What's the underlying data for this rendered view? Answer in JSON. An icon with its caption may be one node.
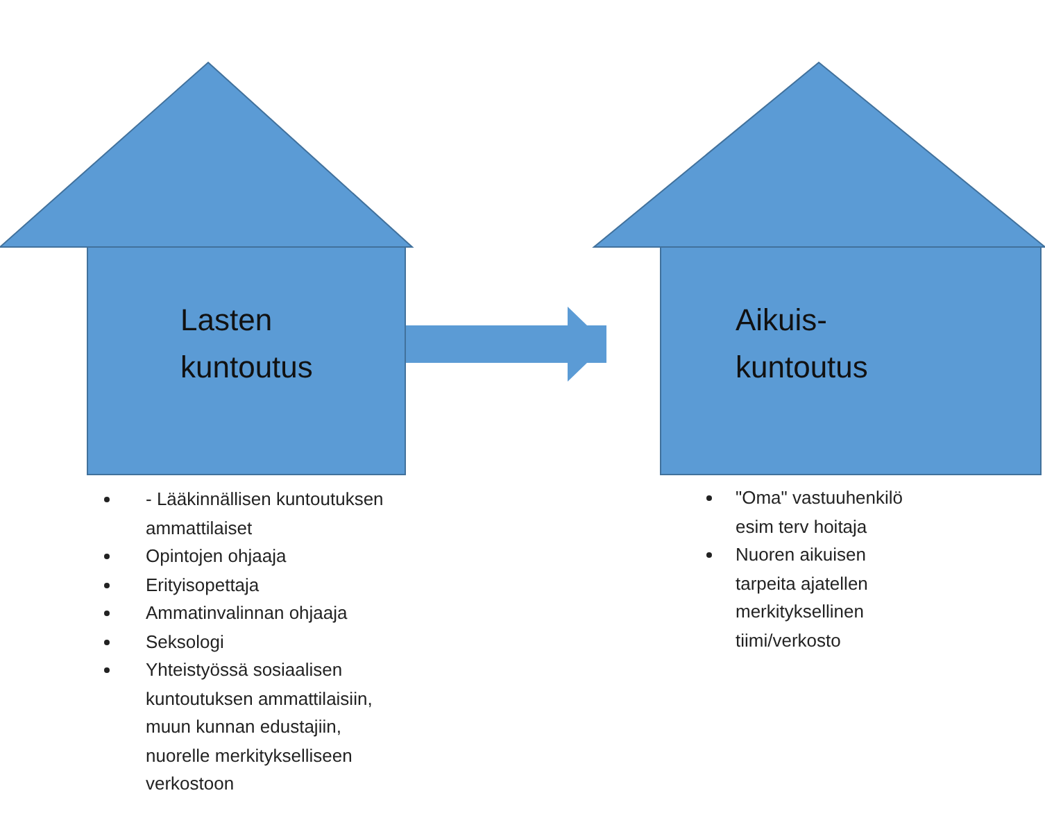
{
  "diagram": {
    "nodes": [
      {
        "text": [
          "Lasten kuntoutus"
        ],
        "beside": [
          "- Lääkinnällisen kuntoutuksen ammattilaiset",
          "Opintojen ohjaaja",
          "Erityisopettaja",
          "Ammatinvalinnan ohjaaja",
          "Seksologi",
          "Yhteistyössä sosiaalisen kuntoutuksen ammattilaisiin, muun kunnan edustajiin, nuorelle merkitykselliseen verkostoon"
        ]
      },
      {
        "text": [
          "Aikuis- kuntoutus"
        ],
        "beside": [
          "\"Oma\" vastuuhenkilö esim terv hoitaja",
          "Nuoren aikuisen tarpeita ajatellen merkityksellinen tiimi/verkosto"
        ]
      }
    ],
    "edges": [
      {
        "from": 0,
        "to": 1,
        "arrow": "to"
      }
    ]
  }
}
